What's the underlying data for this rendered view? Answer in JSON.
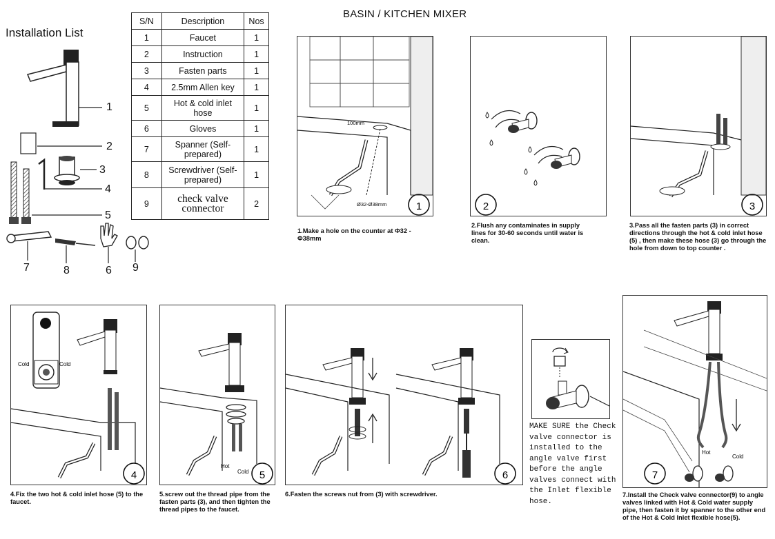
{
  "page_title": "BASIN / KITCHEN MIXER",
  "installation_list": {
    "heading": "Installation List",
    "callouts": [
      "1",
      "2",
      "3",
      "4",
      "5",
      "7",
      "8",
      "6",
      "9"
    ]
  },
  "parts_table": {
    "headers": [
      "S/N",
      "Description",
      "Nos"
    ],
    "rows": [
      {
        "sn": "1",
        "desc": "Faucet",
        "nos": "1"
      },
      {
        "sn": "2",
        "desc": "Instruction",
        "nos": "1"
      },
      {
        "sn": "3",
        "desc": "Fasten parts",
        "nos": "1"
      },
      {
        "sn": "4",
        "desc": "2.5mm Allen key",
        "nos": "1"
      },
      {
        "sn": "5",
        "desc": "Hot & cold inlet hose",
        "nos": "1"
      },
      {
        "sn": "6",
        "desc": "Gloves",
        "nos": "1"
      },
      {
        "sn": "7",
        "desc": "Spanner (Self-prepared)",
        "nos": "1"
      },
      {
        "sn": "8",
        "desc": "Screwdriver (Self-prepared)",
        "nos": "1"
      },
      {
        "sn": "9",
        "desc": "check valve connector",
        "nos": "2"
      }
    ]
  },
  "steps": {
    "s1": {
      "num": "1",
      "dim_a": "100mm",
      "dim_b": "Ø32-Ø38mm",
      "caption": "1.Make a hole on the counter at Φ32 - Φ38mm"
    },
    "s2": {
      "num": "2",
      "caption": "2.Flush any contaminates in supply lines for 30-60 seconds until water is clean."
    },
    "s3": {
      "num": "3",
      "caption": "3.Pass all the fasten parts (3) in correct directions through the hot & cold inlet hose (5) , then make these hose (3) go through the hole from down to top counter ."
    },
    "s4": {
      "num": "4",
      "label_left": "Cold",
      "label_right": "Cold",
      "caption": "4.Fix the two hot & cold inlet hose (5) to the faucet."
    },
    "s5": {
      "num": "5",
      "label_hot": "Hot",
      "label_cold": "Cold",
      "caption": "5.screw out the thread pipe from the fasten parts (3), and then tighten the thread pipes to the faucet."
    },
    "s6": {
      "num": "6",
      "caption": "6.Fasten the screws nut from (3) with screwdriver."
    },
    "s7": {
      "num": "7",
      "label_hot": "Hot",
      "label_cold": "Cold",
      "caption": "7.Install the Check valve connector(9) to angle valves linked with Hot & Cold water supply pipe, then fasten it by spanner to the other end of the Hot & Cold Inlet flexible hose(5)."
    }
  },
  "make_sure_note": "MAKE SURE the Check valve connector is installed to the angle valve first before the angle valves connect with the Inlet flexible hose."
}
